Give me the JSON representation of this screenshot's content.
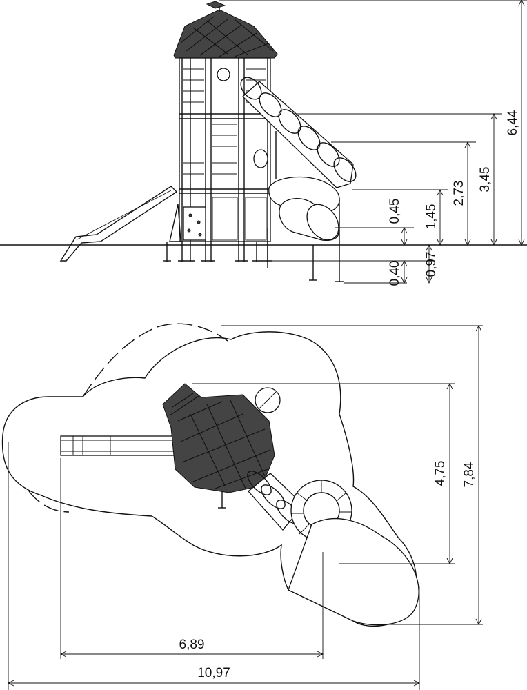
{
  "elevation": {
    "dimensions": {
      "total_height": "6,44",
      "tube_entry_height": "3,45",
      "upper_deck_height": "2,73",
      "lower_deck_height": "1,45",
      "slide_exit_height": "0,45",
      "post_depth_main": "0,97",
      "post_depth_short": "0,40"
    }
  },
  "plan": {
    "dimensions": {
      "tower_width": "4,75",
      "total_width": "7,84",
      "slide_to_tube_length": "6,89",
      "total_length": "10,97"
    }
  },
  "colors": {
    "line": "#111111",
    "background": "#ffffff",
    "roof_fill": "#444444"
  }
}
